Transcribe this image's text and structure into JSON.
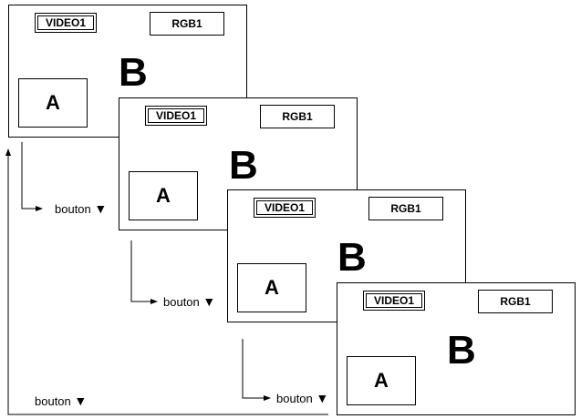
{
  "screens": [
    {
      "video": "VIDEO1",
      "rgb": "RGB1",
      "sub": "A",
      "main": "B"
    },
    {
      "video": "VIDEO1",
      "rgb": "RGB1",
      "sub": "A",
      "main": "B"
    },
    {
      "video": "VIDEO1",
      "rgb": "RGB1",
      "sub": "A",
      "main": "B"
    },
    {
      "video": "VIDEO1",
      "rgb": "RGB1",
      "sub": "A",
      "main": "B"
    }
  ],
  "buttons": [
    {
      "label": "bouton",
      "icon": "down-triangle-icon",
      "glyph": "▼"
    },
    {
      "label": "bouton",
      "icon": "down-triangle-icon",
      "glyph": "▼"
    },
    {
      "label": "bouton",
      "icon": "down-triangle-icon",
      "glyph": "▼"
    },
    {
      "label": "bouton",
      "icon": "down-triangle-icon",
      "glyph": "▼"
    }
  ]
}
